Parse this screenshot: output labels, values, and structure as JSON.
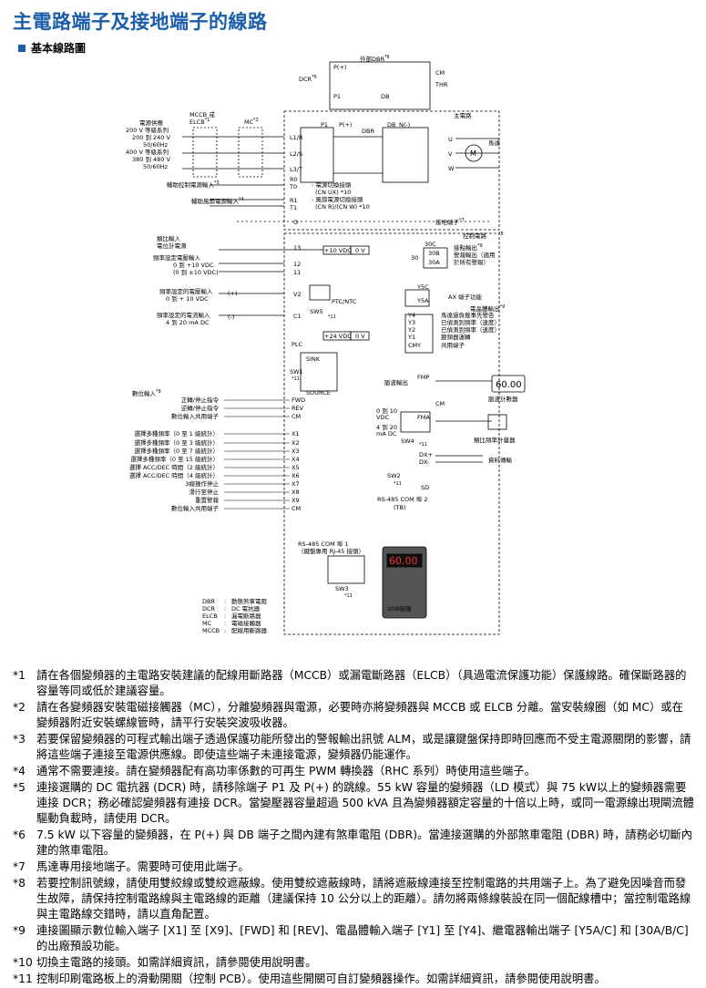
{
  "title": "主電路端子及接地端子的線路",
  "subtitle": "基本線路圖",
  "diagram": {
    "top": {
      "ext_dbr": "外部DBR",
      "ext_dbr_note": "*6",
      "dcr": "DCR",
      "dcr_note": "*5",
      "p_plus": "P(+)",
      "p1": "P1",
      "db": "DB",
      "cm": "CM",
      "thr": "THR",
      "n_minus": "N(-)",
      "dbr": "DBR",
      "main_circuit": "主電路"
    },
    "power": {
      "supply_label": "電源供應",
      "lines": [
        "200 V 等級系列",
        "200 到 240 V",
        "50/60Hz",
        "400 V 等級系列",
        "380 到 480 V",
        "50/60Hz"
      ],
      "mccb": "MCCB 或",
      "elcb": "ELCB",
      "mccb_note": "*1",
      "mc": "MC",
      "mc_note": "*2",
      "terminals": [
        "L1/R",
        "L2/S",
        "L3/T",
        "R0",
        "T0",
        "R1",
        "T1",
        "G"
      ],
      "aux_ctrl": "輔助控制電源輸入",
      "aux_ctrl_note": "*3",
      "aux_fan": "輔助風扇電源輸入",
      "aux_fan_note": "*4",
      "switch_note1": "- 電源切換接頭",
      "switch_note2": "(CN UX) *10",
      "switch_note3": "- 風扇電源切換接頭",
      "switch_note4": "(CN R)/(CN W) *10",
      "out_terminals": [
        "U",
        "V",
        "W"
      ],
      "motor": "馬達",
      "ground": "接地端子",
      "ground_note": "*7"
    },
    "analog": {
      "section": "類比輸入",
      "pot": "電位計電源",
      "v_in": "頻率設定電壓輸入",
      "v_range": "0 到 +10 VDC",
      "v_range2": "(0 到 ±10 VDC)",
      "v2_in": "頻率設定的電壓輸入",
      "v2_range": "0 到 + 10 VDC",
      "c_in": "頻率設定的電流輸入",
      "c_range": "4 到 20 mA DC",
      "terms": [
        "13",
        "12",
        "11",
        "V2",
        "C1"
      ],
      "plus10": "+10 VDC",
      "zero": "0 V",
      "ptc": "PTC/NTC",
      "sw5": "SW5",
      "sw5_note": "*11",
      "plus": "(+)",
      "minus": "(-)"
    },
    "digital": {
      "section": "數位輸入",
      "section_note": "*9",
      "plus24": "+24 VDC",
      "zero": "0 V",
      "plc": "PLC",
      "sink": "SINK",
      "source": "SOURCE",
      "sw1": "SW1",
      "sw1_note": "*11",
      "rows": [
        {
          "label": "正轉/停止指令",
          "term": "FWD"
        },
        {
          "label": "逆轉/停止指令",
          "term": "REV"
        },
        {
          "label": "數位輸入共用端子",
          "term": "CM"
        },
        {
          "label": "選擇多種頻率（0 至 1 級統計）",
          "term": "X1"
        },
        {
          "label": "選擇多種頻率（0 至 3 級統計）",
          "term": "X2"
        },
        {
          "label": "選擇多種頻率（0 至 7 級統計）",
          "term": "X3"
        },
        {
          "label": "選擇多種頻率（0 至 15 級統計）",
          "term": "X4"
        },
        {
          "label": "選擇 ACC/DEC 時間（2 級統計）",
          "term": "X5"
        },
        {
          "label": "選擇 ACC/DEC 時間（4 級統計）",
          "term": "X6"
        },
        {
          "label": "3線操作停止",
          "term": "X7"
        },
        {
          "label": "滑行至停止",
          "term": "X8"
        },
        {
          "label": "重置警報",
          "term": "X9"
        },
        {
          "label": "數位輸入共用端子",
          "term": "CM"
        }
      ]
    },
    "right": {
      "control_circuit": "控制電路",
      "control_note": "*8",
      "contact_out": "接點輸出",
      "contact_note": "*9",
      "alarm1": "警報輸出（適用",
      "alarm2": "於所有警報）",
      "relay_terms": [
        "30C",
        "30B",
        "30A"
      ],
      "relay_num": "30",
      "y5": "Y5C",
      "y5a": "Y5A",
      "ax": "AX 端子功能",
      "transistor": "電晶體輸出",
      "transistor_note": "*9",
      "y_terms": [
        "Y4",
        "Y3",
        "Y2",
        "Y1",
        "CMY"
      ],
      "y_labels": [
        "馬達過負載事先警告",
        "已偵測到頻率（速度）",
        "已偵測到頻率（速度）",
        "變頻器運轉",
        "共用端子"
      ],
      "fmp": "FMP",
      "pulse_out": "脈波輸出",
      "pulse_counter": "脈波計數器",
      "counter_display": "60.00",
      "fma": "FMA",
      "fma_range1": "0 到 10",
      "fma_range2": "VDC",
      "fma_range3": "4 到 20",
      "fma_range4": "mA DC",
      "sw4": "SW4",
      "sw4_note": "*11",
      "analog_meter": "類比頻率計量器",
      "dx_plus": "DX+",
      "dx_minus": "DX-",
      "data_tx": "資料傳輸",
      "sw2": "SW2",
      "sw2_note": "*11",
      "sd": "SD",
      "rs485_2": "RS-485 COM 埠 2",
      "rs485_2b": "(TB)",
      "cm": "CM"
    },
    "bottom": {
      "rs485_1": "RS-485 COM 埠 1",
      "rs485_1b": "（鍵盤專用 RJ-45 接頭）",
      "sw3": "SW3",
      "sw3_note": "*11",
      "usb": "USB接頭",
      "keypad_display": "60.00",
      "legend": [
        {
          "abbr": "DBR",
          "desc": "動態煞車電阻"
        },
        {
          "abbr": "DCR",
          "desc": "DC 電抗器"
        },
        {
          "abbr": "ELCB",
          "desc": "漏電斷路器"
        },
        {
          "abbr": "MC",
          "desc": "電磁接觸器"
        },
        {
          "abbr": "MCCB",
          "desc": "配線用斷路器"
        }
      ]
    }
  },
  "notes": [
    {
      "mark": "*1",
      "text": "請在各個變頻器的主電路安裝建議的配線用斷路器（MCCB）或漏電斷路器（ELCB）（具過電流保護功能）保護線路。確保斷路器的容量等同或低於建議容量。"
    },
    {
      "mark": "*2",
      "text": "請在各變頻器安裝電磁接觸器（MC），分離變頻器與電源，必要時亦將變頻器與 MCCB 或 ELCB 分離。當安裝線圈（如 MC）或在變頻器附近安裝螺線管時，請平行安裝突波吸收器。"
    },
    {
      "mark": "*3",
      "text": "若要保留變頻器的可程式輸出端子透過保護功能所發出的警報輸出訊號 ALM，或是讓鍵盤保持即時回應而不受主電源關閉的影響，請將這些端子連接至電源供應線。即使這些端子未連接電源，變頻器仍能運作。"
    },
    {
      "mark": "*4",
      "text": "通常不需要連接。請在變頻器配有高功率係數的可再生 PWM 轉換器（RHC 系列）時使用這些端子。"
    },
    {
      "mark": "*5",
      "text": "連接選購的 DC 電抗器 (DCR) 時，請移除端子 P1 及 P(+) 的跳線。55 kW 容量的變頻器（LD 模式）與 75 kW以上的變頻器需要連接 DCR；務必確認變頻器有連接 DCR。當變壓器容量超過 500 kVA 且為變頻器額定容量的十倍以上時，或同一電源線出現閘流體驅動負載時，請使用 DCR。"
    },
    {
      "mark": "*6",
      "text": "7.5 kW 以下容量的變頻器，在 P(+) 與 DB 端子之間內建有煞車電阻 (DBR)。當連接選購的外部煞車電阻 (DBR) 時，請務必切斷內建的煞車電阻。"
    },
    {
      "mark": "*7",
      "text": "馬達專用接地端子。需要時可使用此端子。"
    },
    {
      "mark": "*8",
      "text": "若要控制訊號線，請使用雙絞線或雙絞遮蔽線。使用雙絞遮蔽線時，請將遮蔽線連接至控制電路的共用端子上。為了避免因噪音而發生故障，請保持控制電路線與主電路線的距離（建議保持 10 公分以上的距離）。請勿將兩條線裝設在同一個配線槽中；當控制電路線與主電路線交錯時，請以直角配置。"
    },
    {
      "mark": "*9",
      "text": "連接圖顯示數位輸入端子 [X1] 至 [X9]、[FWD] 和 [REV]、電晶體輸入端子 [Y1] 至 [Y4]、繼電器輸出端子 [Y5A/C] 和 [30A/B/C] 的出廠預設功能。"
    },
    {
      "mark": "*10",
      "text": "切換主電路的接頭。如需詳細資訊，請參閱使用說明書。"
    },
    {
      "mark": "*11",
      "text": "控制印刷電路板上的滑動開關（控制 PCB）。使用這些開關可自訂變頻器操作。如需詳細資訊，請參閱使用說明書。"
    }
  ]
}
